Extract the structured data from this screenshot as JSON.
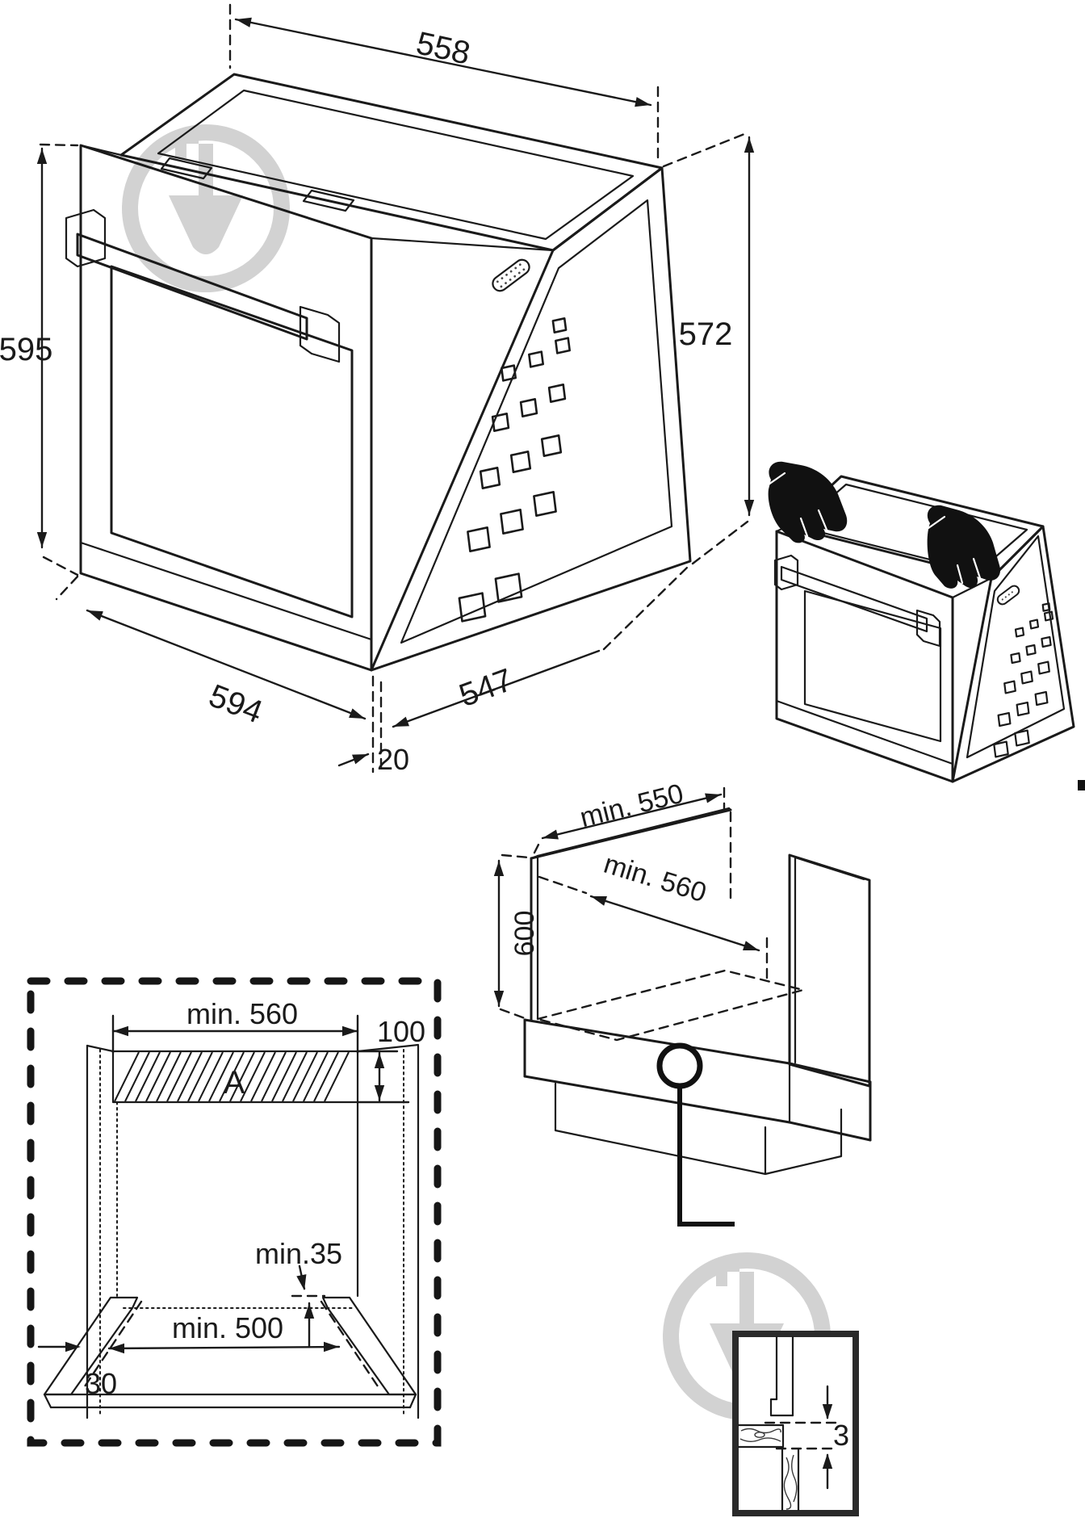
{
  "diagram_title": "built-in-oven-installation-dimensions",
  "main_oven": {
    "top_width": "558",
    "front_height": "595",
    "body_height": "572",
    "front_width": "594",
    "depth": "547",
    "front_offset": "20"
  },
  "niche_cutout": {
    "width": "min. 560",
    "vent_height": "100",
    "vent_area_label": "A",
    "rear_clearance": "min.35",
    "base_opening": "min. 500",
    "side_gap": "30"
  },
  "cabinet": {
    "depth": "min. 550",
    "inner_width": "min. 560",
    "height": "600",
    "bottom_gap": "3"
  },
  "colors": {
    "line": "#1a1a1a",
    "watermark": "#8a8a8a",
    "background": "#ffffff"
  }
}
